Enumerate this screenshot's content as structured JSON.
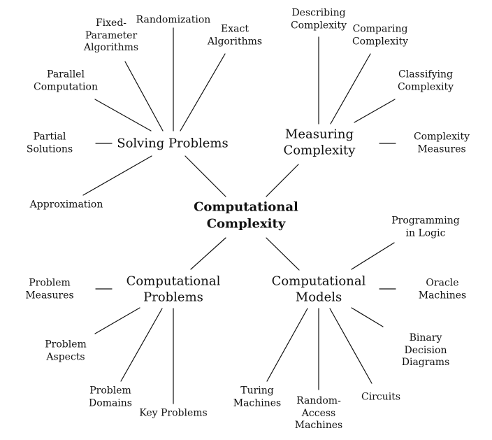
{
  "root": {
    "lines": [
      "Computational",
      "Complexity"
    ]
  },
  "branches": {
    "solving": {
      "label": [
        "Solving Problems"
      ],
      "children": {
        "fixed_parameter": [
          "Fixed-",
          "Parameter",
          "Algorithms"
        ],
        "randomization": [
          "Randomization"
        ],
        "exact": [
          "Exact",
          "Algorithms"
        ],
        "parallel": [
          "Parallel",
          "Computation"
        ],
        "partial": [
          "Partial",
          "Solutions"
        ],
        "approximation": [
          "Approximation"
        ]
      }
    },
    "measuring": {
      "label": [
        "Measuring",
        "Complexity"
      ],
      "children": {
        "describing": [
          "Describing",
          "Complexity"
        ],
        "comparing": [
          "Comparing",
          "Complexity"
        ],
        "classifying": [
          "Classifying",
          "Complexity"
        ],
        "measures": [
          "Complexity",
          "Measures"
        ]
      }
    },
    "problems": {
      "label": [
        "Computational",
        "Problems"
      ],
      "children": {
        "problem_measures": [
          "Problem",
          "Measures"
        ],
        "problem_aspects": [
          "Problem",
          "Aspects"
        ],
        "problem_domains": [
          "Problem",
          "Domains"
        ],
        "key_problems": [
          "Key Problems"
        ]
      }
    },
    "models": {
      "label": [
        "Computational",
        "Models"
      ],
      "children": {
        "programming_logic": [
          "Programming",
          "in Logic"
        ],
        "oracle": [
          "Oracle",
          "Machines"
        ],
        "bdd": [
          "Binary",
          "Decision",
          "Diagrams"
        ],
        "turing": [
          "Turing",
          "Machines"
        ],
        "ram": [
          "Random-",
          "Access",
          "Machines"
        ],
        "circuits": [
          "Circuits"
        ]
      }
    }
  }
}
